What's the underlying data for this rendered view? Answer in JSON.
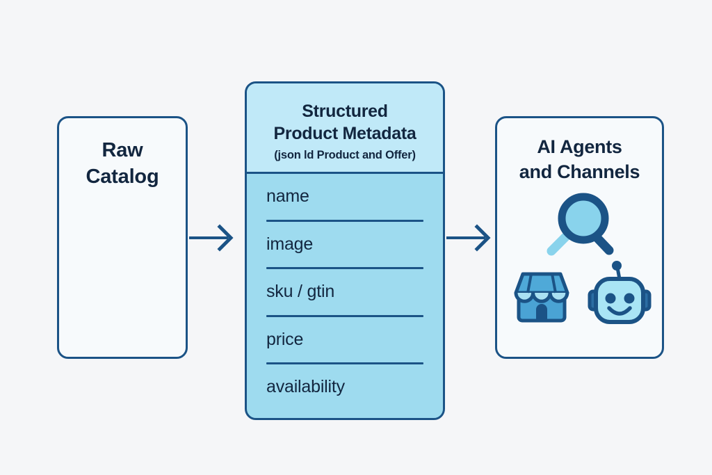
{
  "diagram": {
    "background_color": "#f5f6f8",
    "accent_dark": "#1b5386",
    "accent_light": "#9edbef",
    "accent_header": "#c0e9f8",
    "text_color": "#12263f",
    "left_card": {
      "title_line1": "Raw",
      "title_line2": "Catalog",
      "icon_name": "raw-catalog-card"
    },
    "middle_card": {
      "title_line1": "Structured",
      "title_line2": "Product Metadata",
      "subtitle": "(json ld Product and Offer)",
      "fields": [
        {
          "label": "name"
        },
        {
          "label": "image"
        },
        {
          "label": "sku / gtin"
        },
        {
          "label": "price"
        },
        {
          "label": "availability"
        }
      ]
    },
    "right_card": {
      "title_line1": "AI Agents",
      "title_line2": "and Channels",
      "icons": [
        {
          "name": "magnifying-glass-icon",
          "label": "search"
        },
        {
          "name": "storefront-icon",
          "label": "store"
        },
        {
          "name": "robot-head-icon",
          "label": "ai agent"
        }
      ]
    },
    "arrows": [
      {
        "name": "arrow-left-to-mid",
        "from": "Raw Catalog",
        "to": "Structured Product Metadata"
      },
      {
        "name": "arrow-mid-to-right",
        "from": "Structured Product Metadata",
        "to": "AI Agents and Channels"
      }
    ]
  }
}
